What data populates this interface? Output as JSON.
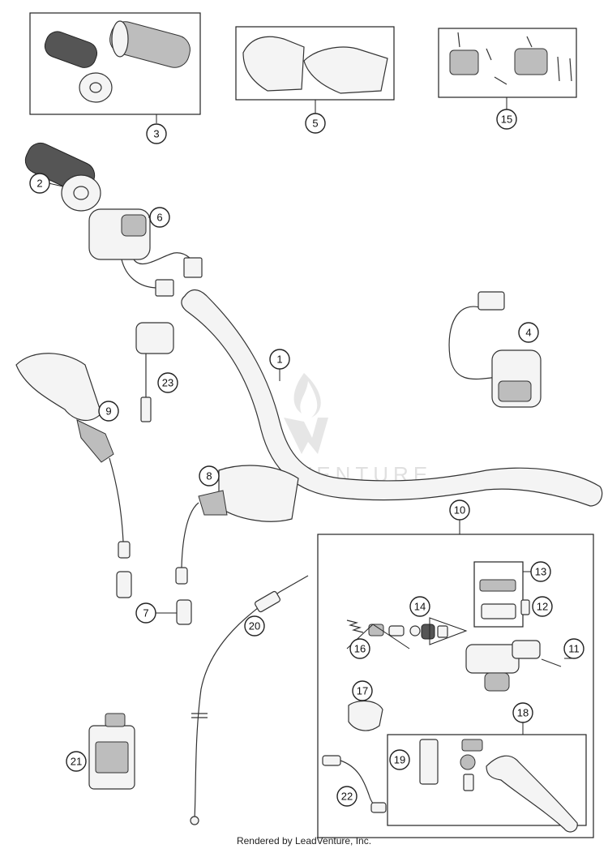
{
  "callouts": {
    "c1": "1",
    "c2": "2",
    "c3": "3",
    "c4": "4",
    "c5": "5",
    "c6": "6",
    "c7": "7",
    "c8": "8",
    "c9": "9",
    "c10": "10",
    "c11": "11",
    "c12": "12",
    "c13": "13",
    "c14": "14",
    "c15": "15",
    "c16": "16",
    "c17": "17",
    "c18": "18",
    "c19": "19",
    "c20": "20",
    "c21": "21",
    "c22": "22",
    "c23": "23"
  },
  "watermark": {
    "text": "LEADVENTURE"
  },
  "footer": {
    "text": "Rendered by LeadVenture, Inc."
  }
}
